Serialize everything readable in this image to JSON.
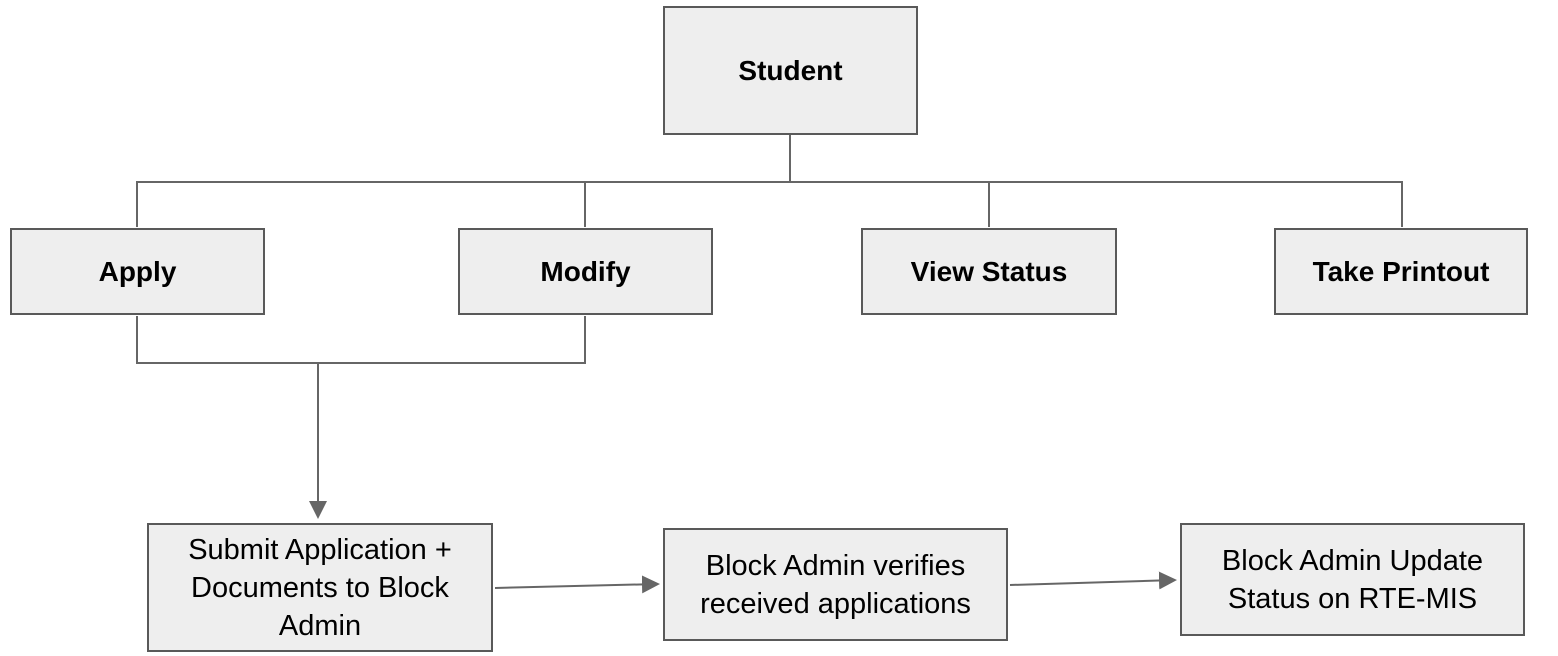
{
  "nodes": {
    "student": {
      "label": "Student"
    },
    "apply": {
      "label": "Apply"
    },
    "modify": {
      "label": "Modify"
    },
    "view_status": {
      "label": "View Status"
    },
    "take_printout": {
      "label": "Take Printout"
    },
    "submit": {
      "label": "Submit Application + Documents to Block Admin"
    },
    "verify": {
      "label": "Block Admin verifies received applications"
    },
    "update": {
      "label": "Block Admin Update Status on RTE-MIS"
    }
  },
  "edges": [
    {
      "from": "student",
      "to": "apply",
      "arrow": false
    },
    {
      "from": "student",
      "to": "modify",
      "arrow": false
    },
    {
      "from": "student",
      "to": "view_status",
      "arrow": false
    },
    {
      "from": "student",
      "to": "take_printout",
      "arrow": false
    },
    {
      "from": "apply",
      "to": "submit",
      "arrow": true
    },
    {
      "from": "modify",
      "to": "submit",
      "arrow": true
    },
    {
      "from": "submit",
      "to": "verify",
      "arrow": true
    },
    {
      "from": "verify",
      "to": "update",
      "arrow": true
    }
  ],
  "colors": {
    "node_fill": "#eeeeee",
    "node_border": "#595959",
    "connector": "#666666",
    "text": "#000000",
    "background": "#ffffff"
  }
}
